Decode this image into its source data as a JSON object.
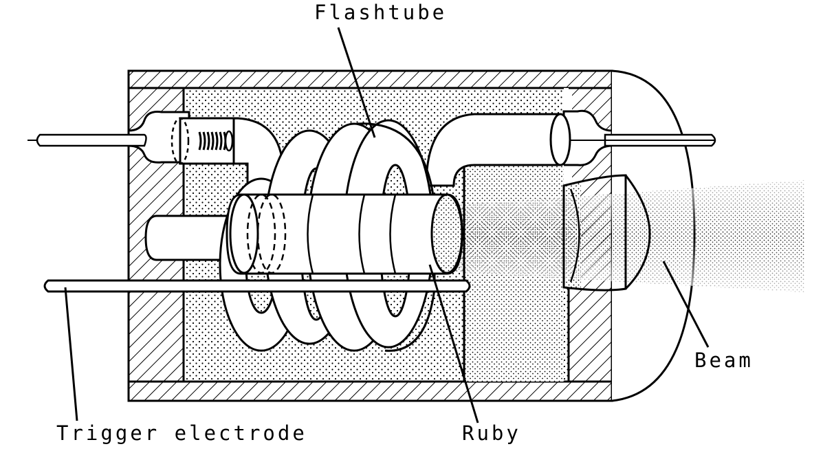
{
  "diagram": {
    "title": "",
    "labels": {
      "flashtube": "Flashtube",
      "beam": "Beam",
      "ruby": "Ruby",
      "trigger_electrode": "Trigger electrode"
    },
    "colors": {
      "ink": "#000000",
      "paper": "#ffffff"
    }
  }
}
